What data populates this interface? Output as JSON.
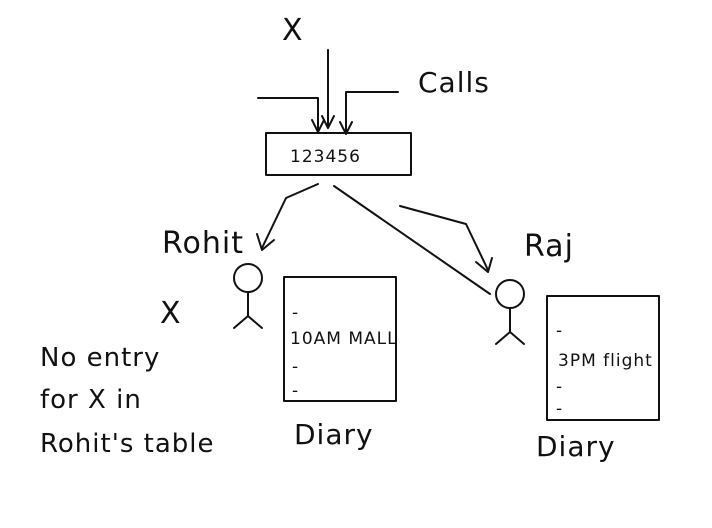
{
  "caller": {
    "label": "X"
  },
  "calls": {
    "label": "Calls"
  },
  "phone_number": {
    "value": "123456"
  },
  "rohit": {
    "name": "Rohit",
    "mark": "X",
    "diary": {
      "label": "Diary",
      "bullets": [
        "-",
        "-",
        "-"
      ],
      "entry": "10AM MALL"
    },
    "note_lines": [
      "No entry",
      "for X in",
      "Rohit's table"
    ]
  },
  "raj": {
    "name": "Raj",
    "diary": {
      "label": "Diary",
      "bullets": [
        "-",
        "-",
        "-"
      ],
      "entry": "3PM flight"
    }
  }
}
